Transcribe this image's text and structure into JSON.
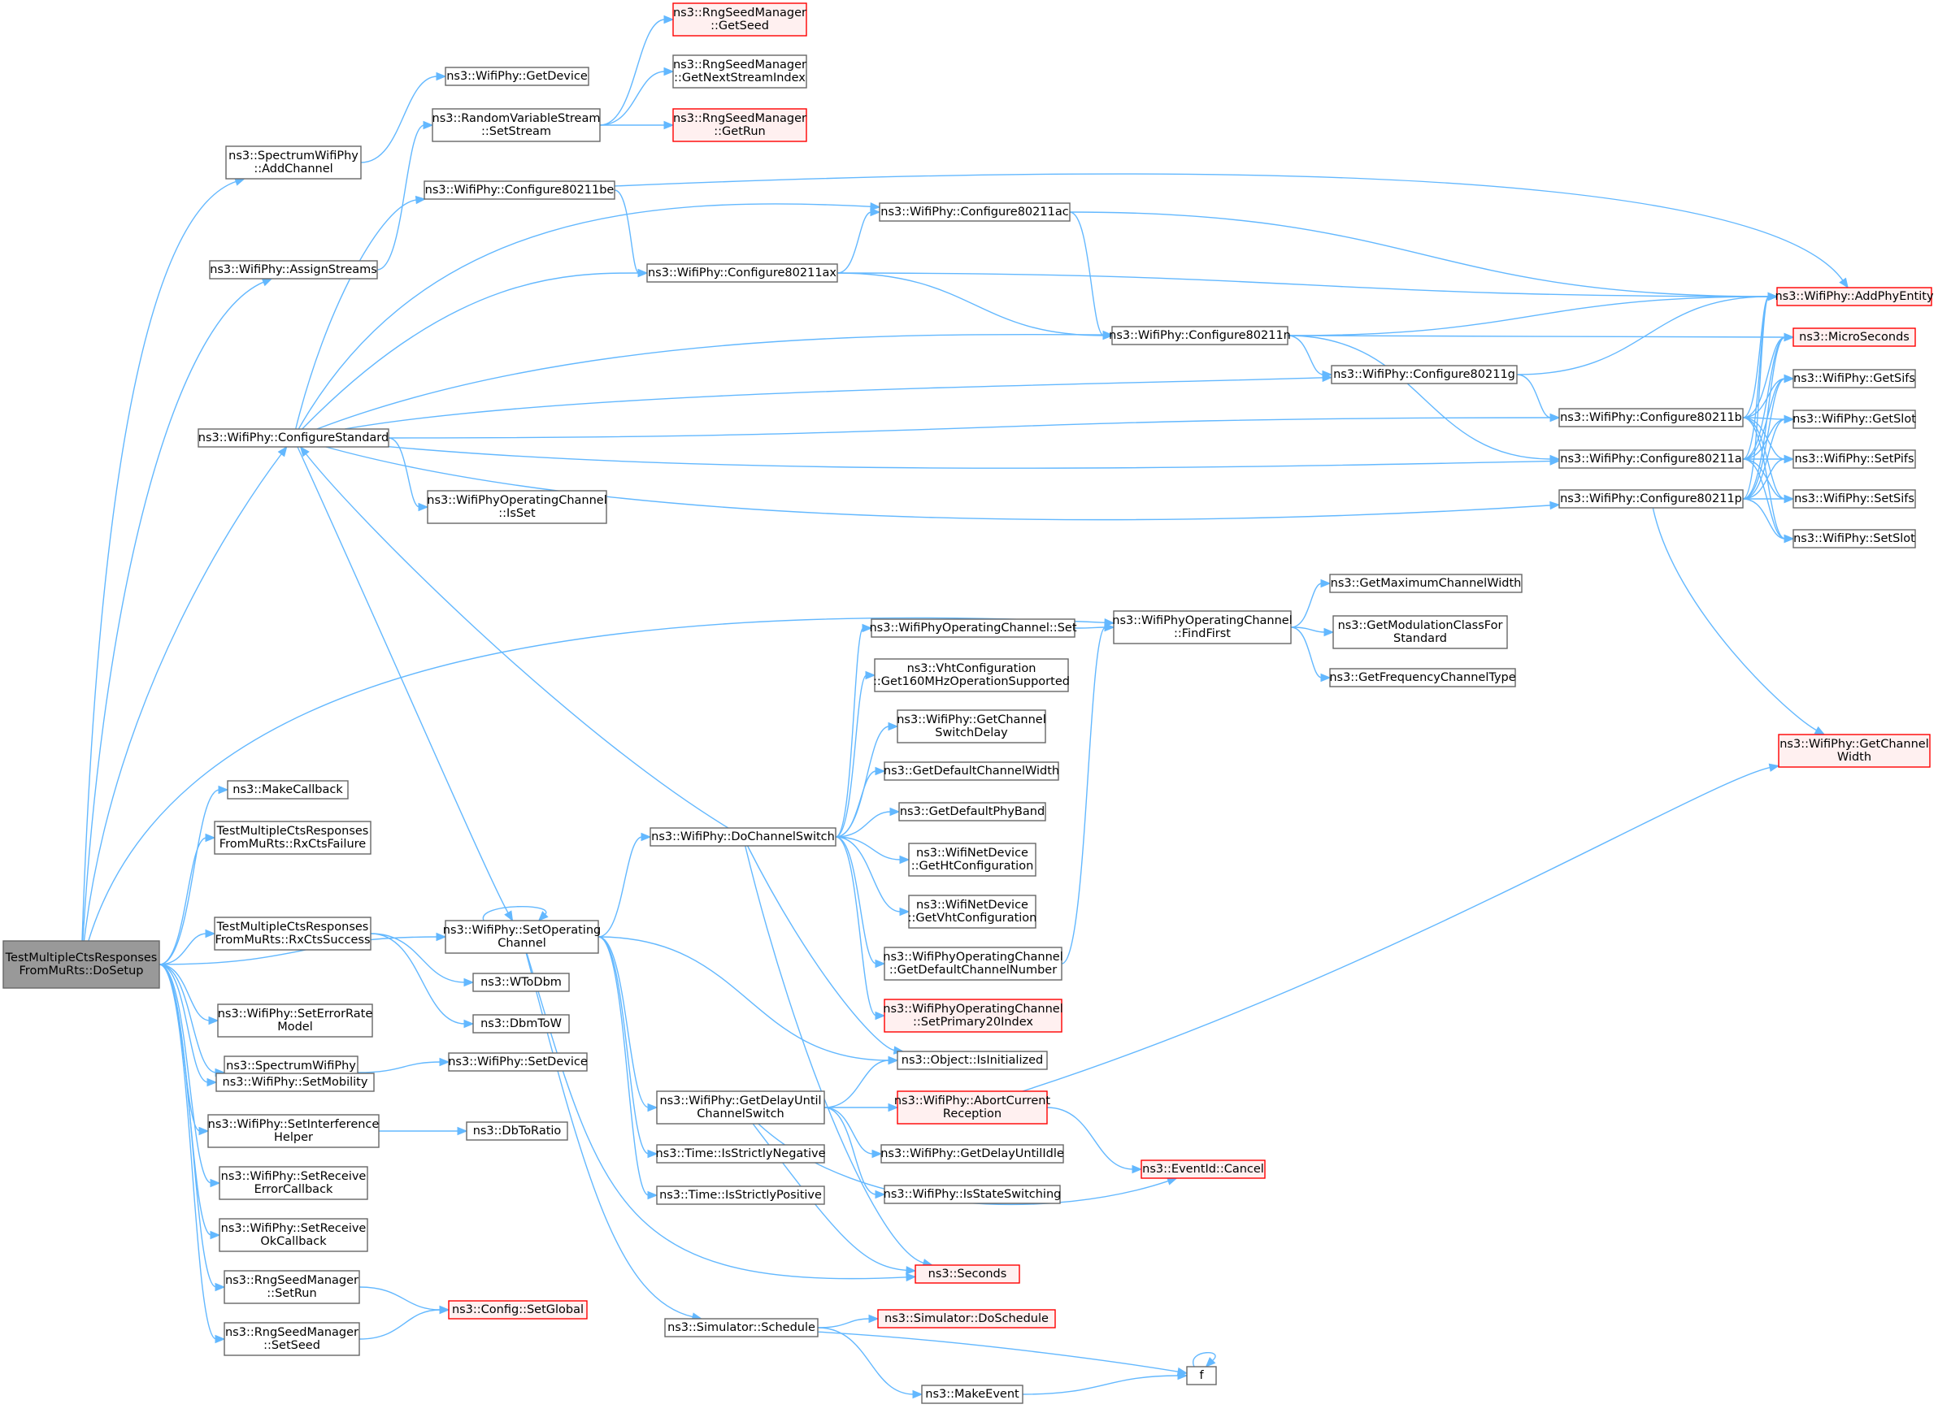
{
  "diagram": {
    "type": "call-graph",
    "colors": {
      "edge": "#63b8ff",
      "node_border": "#666666",
      "root_fill": "#999999",
      "truncated_border": "#ff0000",
      "truncated_fill": "#fff0f0"
    },
    "nodes": [
      {
        "id": "root",
        "lines": [
          "TestMultipleCtsResponses",
          "FromMuRts::DoSetup"
        ],
        "kind": "root"
      },
      {
        "id": "spectrumAddChannel",
        "lines": [
          "ns3::SpectrumWifiPhy",
          "::AddChannel"
        ],
        "kind": "normal"
      },
      {
        "id": "getDevice",
        "lines": [
          "ns3::WifiPhy::GetDevice"
        ],
        "kind": "normal"
      },
      {
        "id": "rvsSetStream",
        "lines": [
          "ns3::RandomVariableStream",
          "::SetStream"
        ],
        "kind": "normal"
      },
      {
        "id": "rngGetSeed",
        "lines": [
          "ns3::RngSeedManager",
          "::GetSeed"
        ],
        "kind": "truncated"
      },
      {
        "id": "rngGetNextStream",
        "lines": [
          "ns3::RngSeedManager",
          "::GetNextStreamIndex"
        ],
        "kind": "normal"
      },
      {
        "id": "rngGetRun",
        "lines": [
          "ns3::RngSeedManager",
          "::GetRun"
        ],
        "kind": "truncated"
      },
      {
        "id": "assignStreams",
        "lines": [
          "ns3::WifiPhy::AssignStreams"
        ],
        "kind": "normal"
      },
      {
        "id": "cfg80211be",
        "lines": [
          "ns3::WifiPhy::Configure80211be"
        ],
        "kind": "normal"
      },
      {
        "id": "cfg80211ac",
        "lines": [
          "ns3::WifiPhy::Configure80211ac"
        ],
        "kind": "normal"
      },
      {
        "id": "cfg80211ax",
        "lines": [
          "ns3::WifiPhy::Configure80211ax"
        ],
        "kind": "normal"
      },
      {
        "id": "cfg80211n",
        "lines": [
          "ns3::WifiPhy::Configure80211n"
        ],
        "kind": "normal"
      },
      {
        "id": "cfg80211g",
        "lines": [
          "ns3::WifiPhy::Configure80211g"
        ],
        "kind": "normal"
      },
      {
        "id": "cfg80211b",
        "lines": [
          "ns3::WifiPhy::Configure80211b"
        ],
        "kind": "normal"
      },
      {
        "id": "cfg80211a",
        "lines": [
          "ns3::WifiPhy::Configure80211a"
        ],
        "kind": "normal"
      },
      {
        "id": "cfg80211p",
        "lines": [
          "ns3::WifiPhy::Configure80211p"
        ],
        "kind": "normal"
      },
      {
        "id": "addPhyEntity",
        "lines": [
          "ns3::WifiPhy::AddPhyEntity"
        ],
        "kind": "truncated"
      },
      {
        "id": "microSeconds",
        "lines": [
          "ns3::MicroSeconds"
        ],
        "kind": "truncated"
      },
      {
        "id": "getSifs",
        "lines": [
          "ns3::WifiPhy::GetSifs"
        ],
        "kind": "normal"
      },
      {
        "id": "getSlot",
        "lines": [
          "ns3::WifiPhy::GetSlot"
        ],
        "kind": "normal"
      },
      {
        "id": "setPifs",
        "lines": [
          "ns3::WifiPhy::SetPifs"
        ],
        "kind": "normal"
      },
      {
        "id": "setSifs",
        "lines": [
          "ns3::WifiPhy::SetSifs"
        ],
        "kind": "normal"
      },
      {
        "id": "setSlot",
        "lines": [
          "ns3::WifiPhy::SetSlot"
        ],
        "kind": "normal"
      },
      {
        "id": "configureStandard",
        "lines": [
          "ns3::WifiPhy::ConfigureStandard"
        ],
        "kind": "normal"
      },
      {
        "id": "wpocIsSet",
        "lines": [
          "ns3::WifiPhyOperatingChannel",
          "::IsSet"
        ],
        "kind": "normal"
      },
      {
        "id": "wpocSet",
        "lines": [
          "ns3::WifiPhyOperatingChannel::Set"
        ],
        "kind": "normal"
      },
      {
        "id": "wpocFindFirst",
        "lines": [
          "ns3::WifiPhyOperatingChannel",
          "::FindFirst"
        ],
        "kind": "normal"
      },
      {
        "id": "getMaxChannelWidth",
        "lines": [
          "ns3::GetMaximumChannelWidth"
        ],
        "kind": "normal"
      },
      {
        "id": "getModClass",
        "lines": [
          "ns3::GetModulationClassFor",
          "Standard"
        ],
        "kind": "normal"
      },
      {
        "id": "getFreqChannelType",
        "lines": [
          "ns3::GetFrequencyChannelType"
        ],
        "kind": "normal"
      },
      {
        "id": "vht160",
        "lines": [
          "ns3::VhtConfiguration",
          "::Get160MHzOperationSupported"
        ],
        "kind": "normal"
      },
      {
        "id": "getChannelSwitchDelay",
        "lines": [
          "ns3::WifiPhy::GetChannel",
          "SwitchDelay"
        ],
        "kind": "normal"
      },
      {
        "id": "getDefaultChannelWidth",
        "lines": [
          "ns3::GetDefaultChannelWidth"
        ],
        "kind": "normal"
      },
      {
        "id": "getDefaultPhyBand",
        "lines": [
          "ns3::GetDefaultPhyBand"
        ],
        "kind": "normal"
      },
      {
        "id": "doChannelSwitch",
        "lines": [
          "ns3::WifiPhy::DoChannelSwitch"
        ],
        "kind": "normal"
      },
      {
        "id": "getHtConfig",
        "lines": [
          "ns3::WifiNetDevice",
          "::GetHtConfiguration"
        ],
        "kind": "normal"
      },
      {
        "id": "getVhtConfig",
        "lines": [
          "ns3::WifiNetDevice",
          "::GetVhtConfiguration"
        ],
        "kind": "normal"
      },
      {
        "id": "getDefaultChannelNumber",
        "lines": [
          "ns3::WifiPhyOperatingChannel",
          "::GetDefaultChannelNumber"
        ],
        "kind": "normal"
      },
      {
        "id": "setPrimary20",
        "lines": [
          "ns3::WifiPhyOperatingChannel",
          "::SetPrimary20Index"
        ],
        "kind": "truncated"
      },
      {
        "id": "isInitialized",
        "lines": [
          "ns3::Object::IsInitialized"
        ],
        "kind": "normal"
      },
      {
        "id": "getChannelWidth",
        "lines": [
          "ns3::WifiPhy::GetChannel",
          "Width"
        ],
        "kind": "truncated"
      },
      {
        "id": "makeCallback",
        "lines": [
          "ns3::MakeCallback"
        ],
        "kind": "normal"
      },
      {
        "id": "rxCtsFailure",
        "lines": [
          "TestMultipleCtsResponses",
          "FromMuRts::RxCtsFailure"
        ],
        "kind": "normal"
      },
      {
        "id": "rxCtsSuccess",
        "lines": [
          "TestMultipleCtsResponses",
          "FromMuRts::RxCtsSuccess"
        ],
        "kind": "normal"
      },
      {
        "id": "setOperatingChannel",
        "lines": [
          "ns3::WifiPhy::SetOperating",
          "Channel"
        ],
        "kind": "normal"
      },
      {
        "id": "wToDbm",
        "lines": [
          "ns3::WToDbm"
        ],
        "kind": "normal"
      },
      {
        "id": "dbmToW",
        "lines": [
          "ns3::DbmToW"
        ],
        "kind": "normal"
      },
      {
        "id": "setErrorRateModel",
        "lines": [
          "ns3::WifiPhy::SetErrorRate",
          "Model"
        ],
        "kind": "normal"
      },
      {
        "id": "spectrumSetDevice",
        "lines": [
          "ns3::SpectrumWifiPhy",
          "::SetDevice"
        ],
        "kind": "normal"
      },
      {
        "id": "wifiSetDevice",
        "lines": [
          "ns3::WifiPhy::SetDevice"
        ],
        "kind": "normal"
      },
      {
        "id": "setMobility",
        "lines": [
          "ns3::WifiPhy::SetMobility"
        ],
        "kind": "normal"
      },
      {
        "id": "setInterferenceHelper",
        "lines": [
          "ns3::WifiPhy::SetInterference",
          "Helper"
        ],
        "kind": "normal"
      },
      {
        "id": "dbToRatio",
        "lines": [
          "ns3::DbToRatio"
        ],
        "kind": "normal"
      },
      {
        "id": "setReceiveErrorCb",
        "lines": [
          "ns3::WifiPhy::SetReceive",
          "ErrorCallback"
        ],
        "kind": "normal"
      },
      {
        "id": "setReceiveOkCb",
        "lines": [
          "ns3::WifiPhy::SetReceive",
          "OkCallback"
        ],
        "kind": "normal"
      },
      {
        "id": "rngSetRun",
        "lines": [
          "ns3::RngSeedManager",
          "::SetRun"
        ],
        "kind": "normal"
      },
      {
        "id": "rngSetSeed",
        "lines": [
          "ns3::RngSeedManager",
          "::SetSeed"
        ],
        "kind": "normal"
      },
      {
        "id": "configSetGlobal",
        "lines": [
          "ns3::Config::SetGlobal"
        ],
        "kind": "truncated"
      },
      {
        "id": "getDelayUntilChannelSwitch",
        "lines": [
          "ns3::WifiPhy::GetDelayUntil",
          "ChannelSwitch"
        ],
        "kind": "normal"
      },
      {
        "id": "abortCurrentReception",
        "lines": [
          "ns3::WifiPhy::AbortCurrent",
          "Reception"
        ],
        "kind": "truncated"
      },
      {
        "id": "getDelayUntilIdle",
        "lines": [
          "ns3::WifiPhy::GetDelayUntilIdle"
        ],
        "kind": "normal"
      },
      {
        "id": "isStateSwitching",
        "lines": [
          "ns3::WifiPhy::IsStateSwitching"
        ],
        "kind": "normal"
      },
      {
        "id": "eventIdCancel",
        "lines": [
          "ns3::EventId::Cancel"
        ],
        "kind": "truncated"
      },
      {
        "id": "timeIsStrictlyNegative",
        "lines": [
          "ns3::Time::IsStrictlyNegative"
        ],
        "kind": "normal"
      },
      {
        "id": "timeIsStrictlyPositive",
        "lines": [
          "ns3::Time::IsStrictlyPositive"
        ],
        "kind": "normal"
      },
      {
        "id": "seconds",
        "lines": [
          "ns3::Seconds"
        ],
        "kind": "truncated"
      },
      {
        "id": "simulatorSchedule",
        "lines": [
          "ns3::Simulator::Schedule"
        ],
        "kind": "normal"
      },
      {
        "id": "simulatorDoSchedule",
        "lines": [
          "ns3::Simulator::DoSchedule"
        ],
        "kind": "truncated"
      },
      {
        "id": "makeEvent",
        "lines": [
          "ns3::MakeEvent"
        ],
        "kind": "normal"
      },
      {
        "id": "f",
        "lines": [
          "f"
        ],
        "kind": "normal"
      }
    ],
    "edges": [
      [
        "root",
        "spectrumAddChannel"
      ],
      [
        "root",
        "assignStreams"
      ],
      [
        "root",
        "configureStandard"
      ],
      [
        "root",
        "wpocFindFirst"
      ],
      [
        "root",
        "makeCallback"
      ],
      [
        "root",
        "rxCtsFailure"
      ],
      [
        "root",
        "setOperatingChannel"
      ],
      [
        "root",
        "rxCtsSuccess"
      ],
      [
        "root",
        "setErrorRateModel"
      ],
      [
        "root",
        "spectrumSetDevice"
      ],
      [
        "root",
        "setMobility"
      ],
      [
        "root",
        "setInterferenceHelper"
      ],
      [
        "root",
        "setReceiveErrorCb"
      ],
      [
        "root",
        "setReceiveOkCb"
      ],
      [
        "root",
        "rngSetRun"
      ],
      [
        "root",
        "rngSetSeed"
      ],
      [
        "spectrumAddChannel",
        "getDevice"
      ],
      [
        "assignStreams",
        "rvsSetStream"
      ],
      [
        "rvsSetStream",
        "rngGetSeed"
      ],
      [
        "rvsSetStream",
        "rngGetNextStream"
      ],
      [
        "rvsSetStream",
        "rngGetRun"
      ],
      [
        "configureStandard",
        "cfg80211be"
      ],
      [
        "configureStandard",
        "cfg80211ac"
      ],
      [
        "configureStandard",
        "cfg80211ax"
      ],
      [
        "configureStandard",
        "cfg80211n"
      ],
      [
        "configureStandard",
        "cfg80211g"
      ],
      [
        "configureStandard",
        "cfg80211b"
      ],
      [
        "configureStandard",
        "cfg80211a"
      ],
      [
        "configureStandard",
        "cfg80211p"
      ],
      [
        "configureStandard",
        "wpocIsSet"
      ],
      [
        "configureStandard",
        "setOperatingChannel"
      ],
      [
        "cfg80211be",
        "cfg80211ax"
      ],
      [
        "cfg80211be",
        "addPhyEntity"
      ],
      [
        "cfg80211ax",
        "cfg80211ac"
      ],
      [
        "cfg80211ax",
        "cfg80211n"
      ],
      [
        "cfg80211ax",
        "addPhyEntity"
      ],
      [
        "cfg80211ac",
        "cfg80211n"
      ],
      [
        "cfg80211ac",
        "addPhyEntity"
      ],
      [
        "cfg80211n",
        "cfg80211g"
      ],
      [
        "cfg80211n",
        "cfg80211a"
      ],
      [
        "cfg80211n",
        "addPhyEntity"
      ],
      [
        "cfg80211n",
        "microSeconds"
      ],
      [
        "cfg80211g",
        "cfg80211b"
      ],
      [
        "cfg80211g",
        "addPhyEntity"
      ],
      [
        "cfg80211b",
        "addPhyEntity"
      ],
      [
        "cfg80211b",
        "microSeconds"
      ],
      [
        "cfg80211b",
        "getSifs"
      ],
      [
        "cfg80211b",
        "getSlot"
      ],
      [
        "cfg80211b",
        "setPifs"
      ],
      [
        "cfg80211b",
        "setSifs"
      ],
      [
        "cfg80211b",
        "setSlot"
      ],
      [
        "cfg80211a",
        "addPhyEntity"
      ],
      [
        "cfg80211a",
        "microSeconds"
      ],
      [
        "cfg80211a",
        "getSifs"
      ],
      [
        "cfg80211a",
        "getSlot"
      ],
      [
        "cfg80211a",
        "setPifs"
      ],
      [
        "cfg80211a",
        "setSifs"
      ],
      [
        "cfg80211a",
        "setSlot"
      ],
      [
        "cfg80211p",
        "addPhyEntity"
      ],
      [
        "cfg80211p",
        "microSeconds"
      ],
      [
        "cfg80211p",
        "getSifs"
      ],
      [
        "cfg80211p",
        "getSlot"
      ],
      [
        "cfg80211p",
        "setPifs"
      ],
      [
        "cfg80211p",
        "setSifs"
      ],
      [
        "cfg80211p",
        "setSlot"
      ],
      [
        "cfg80211p",
        "getChannelWidth"
      ],
      [
        "setOperatingChannel",
        "setOperatingChannel"
      ],
      [
        "setOperatingChannel",
        "doChannelSwitch"
      ],
      [
        "setOperatingChannel",
        "isInitialized"
      ],
      [
        "setOperatingChannel",
        "getDelayUntilChannelSwitch"
      ],
      [
        "setOperatingChannel",
        "timeIsStrictlyNegative"
      ],
      [
        "setOperatingChannel",
        "timeIsStrictlyPositive"
      ],
      [
        "setOperatingChannel",
        "seconds"
      ],
      [
        "setOperatingChannel",
        "simulatorSchedule"
      ],
      [
        "doChannelSwitch",
        "configureStandard"
      ],
      [
        "doChannelSwitch",
        "wpocSet"
      ],
      [
        "doChannelSwitch",
        "vht160"
      ],
      [
        "doChannelSwitch",
        "getChannelSwitchDelay"
      ],
      [
        "doChannelSwitch",
        "getDefaultChannelWidth"
      ],
      [
        "doChannelSwitch",
        "getDefaultPhyBand"
      ],
      [
        "doChannelSwitch",
        "getHtConfig"
      ],
      [
        "doChannelSwitch",
        "getVhtConfig"
      ],
      [
        "doChannelSwitch",
        "getDefaultChannelNumber"
      ],
      [
        "doChannelSwitch",
        "setPrimary20"
      ],
      [
        "doChannelSwitch",
        "isInitialized"
      ],
      [
        "doChannelSwitch",
        "seconds"
      ],
      [
        "wpocSet",
        "wpocFindFirst"
      ],
      [
        "getDefaultChannelNumber",
        "wpocFindFirst"
      ],
      [
        "wpocFindFirst",
        "getMaxChannelWidth"
      ],
      [
        "wpocFindFirst",
        "getModClass"
      ],
      [
        "wpocFindFirst",
        "getFreqChannelType"
      ],
      [
        "rxCtsSuccess",
        "wToDbm"
      ],
      [
        "rxCtsSuccess",
        "dbmToW"
      ],
      [
        "spectrumSetDevice",
        "wifiSetDevice"
      ],
      [
        "setInterferenceHelper",
        "dbToRatio"
      ],
      [
        "rngSetRun",
        "configSetGlobal"
      ],
      [
        "rngSetSeed",
        "configSetGlobal"
      ],
      [
        "getDelayUntilChannelSwitch",
        "isInitialized"
      ],
      [
        "getDelayUntilChannelSwitch",
        "abortCurrentReception"
      ],
      [
        "getDelayUntilChannelSwitch",
        "getDelayUntilIdle"
      ],
      [
        "getDelayUntilChannelSwitch",
        "isStateSwitching"
      ],
      [
        "getDelayUntilChannelSwitch",
        "eventIdCancel"
      ],
      [
        "getDelayUntilChannelSwitch",
        "seconds"
      ],
      [
        "abortCurrentReception",
        "getChannelWidth"
      ],
      [
        "abortCurrentReception",
        "eventIdCancel"
      ],
      [
        "simulatorSchedule",
        "simulatorDoSchedule"
      ],
      [
        "simulatorSchedule",
        "makeEvent"
      ],
      [
        "simulatorSchedule",
        "f"
      ],
      [
        "makeEvent",
        "f"
      ],
      [
        "f",
        "f"
      ]
    ]
  }
}
